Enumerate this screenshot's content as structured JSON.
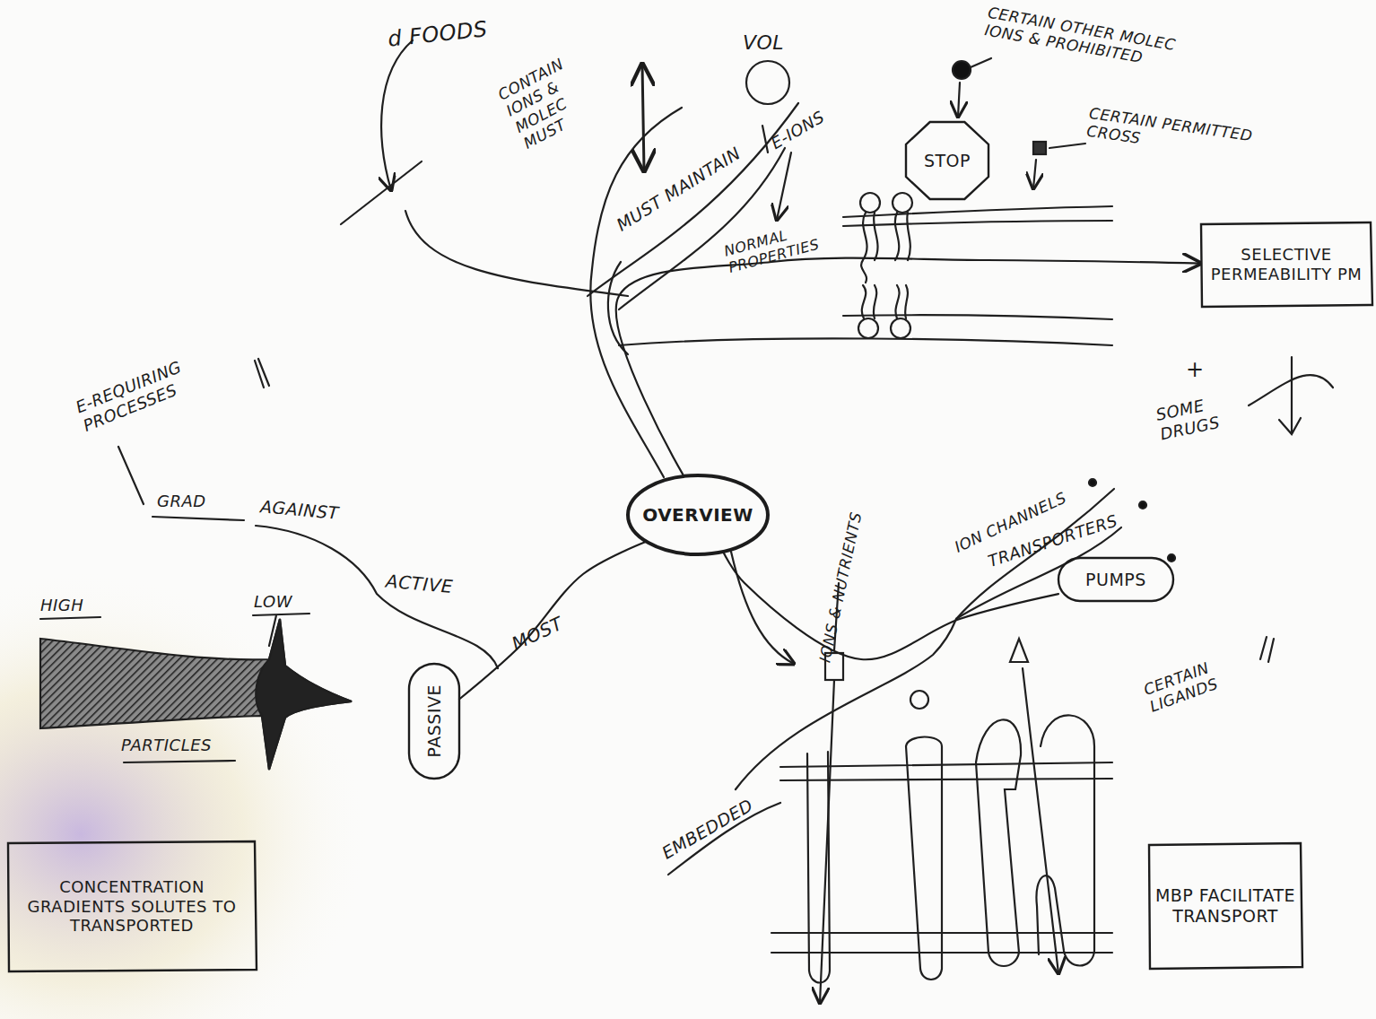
{
  "diagram": {
    "nodes": [
      {
        "text": [
          "STOP"
        ]
      },
      {
        "text": [
          "SELECTIVE PERMEABILITY PM"
        ]
      },
      {
        "text": [
          "OVERVIEW"
        ]
      },
      {
        "text": [
          "PUMPS"
        ]
      },
      {
        "text": [
          "PASSIVE"
        ]
      },
      {
        "text": [
          "MBP FACILITATE TRANSPORT"
        ]
      },
      {
        "text": [
          "CONCENTRATION GRADIENTS SOLUTES TO TRANSPORTED"
        ]
      }
    ],
    "edges": [
      {
        "from": 2,
        "to": 1,
        "arrow": "to"
      },
      {
        "from": 2,
        "to": 3,
        "arrow": "none"
      },
      {
        "from": 2,
        "to": 4,
        "arrow": "none"
      }
    ],
    "labels": [
      "d FOODS",
      "CONTAIN IONS & MOLEC MUST",
      "VOL",
      "MUST MAINTAIN",
      "E-IONS",
      "NORMAL PROPERTIES",
      "CERTAIN OTHER MOLEC IONS & PROHIBITED",
      "CERTAIN PERMITTED CROSS",
      "+",
      "SOME DRUGS",
      "E-REQUIRING PROCESSES",
      "GRAD",
      "AGAINST",
      "ACTIVE",
      "MOST",
      "HIGH",
      "LOW",
      "PARTICLES",
      "IONS & NUTRIENTS",
      "ION CHANNELS",
      "TRANSPORTERS",
      "CERTAIN LIGANDS",
      "EMBEDDED"
    ]
  }
}
